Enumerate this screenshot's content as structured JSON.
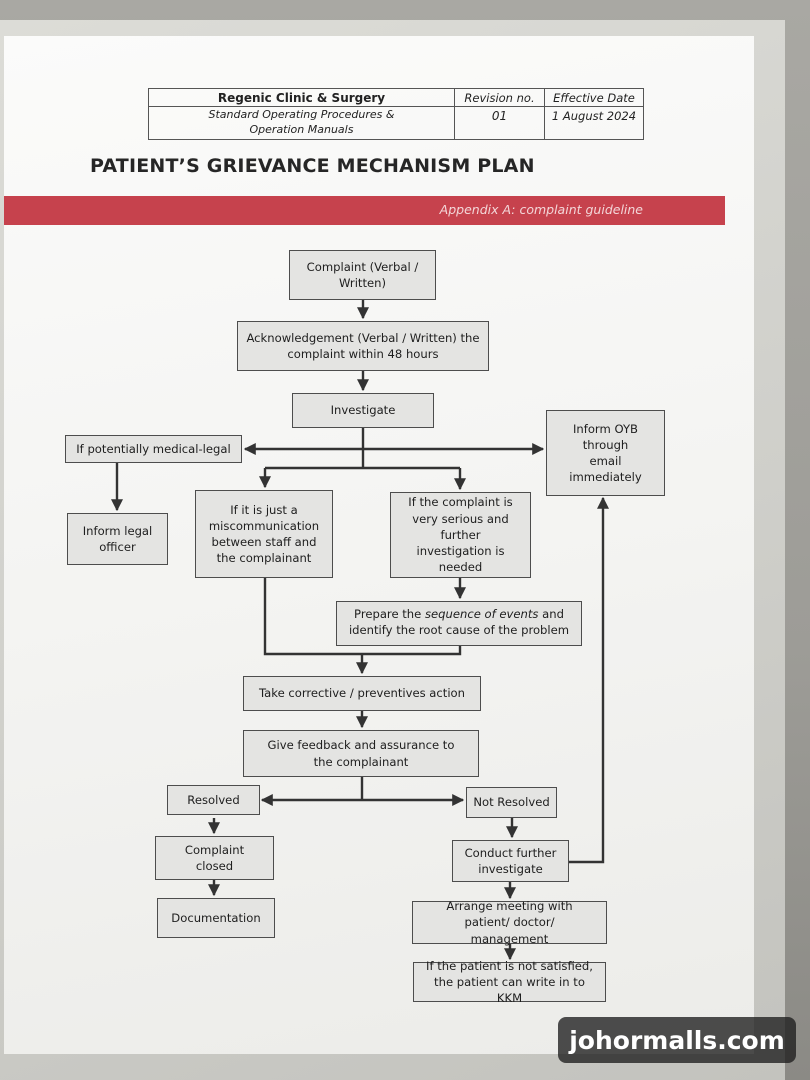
{
  "header": {
    "clinic": "Regenic Clinic & Surgery",
    "subtitle": "Standard Operating Procedures & Operation Manuals",
    "revision_label": "Revision no.",
    "revision_value": "01",
    "date_label": "Effective Date",
    "date_value": "1 August 2024"
  },
  "title": "PATIENT’S GRIEVANCE MECHANISM PLAN",
  "appendix": "Appendix A: complaint guideline",
  "nodes": {
    "complaint": "Complaint (Verbal / Written)",
    "acknowledgement": "Acknowledgement (Verbal / Written) the complaint within 48 hours",
    "investigate": "Investigate",
    "medical_legal": "If potentially medical-legal",
    "inform_oyb": "Inform OYB through email immediately",
    "inform_legal": "Inform legal officer",
    "miscommunication": "If it is just a miscommunication between staff and the complainant",
    "serious": "If the complaint is very serious and further investigation is needed",
    "prepare_pre": "Prepare the ",
    "prepare_em": "sequence of events",
    "prepare_post": " and identify the root cause of the problem",
    "corrective": "Take corrective / preventives action",
    "feedback": "Give feedback and assurance to the complainant",
    "resolved": "Resolved",
    "not_resolved": "Not Resolved",
    "closed": "Complaint closed",
    "conduct": "Conduct further investigate",
    "documentation": "Documentation",
    "meeting": "Arrange meeting with patient/ doctor/ management",
    "kkm": "If the patient is not satisfied, the patient can write in to KKM"
  },
  "watermark": "johormalls.com"
}
